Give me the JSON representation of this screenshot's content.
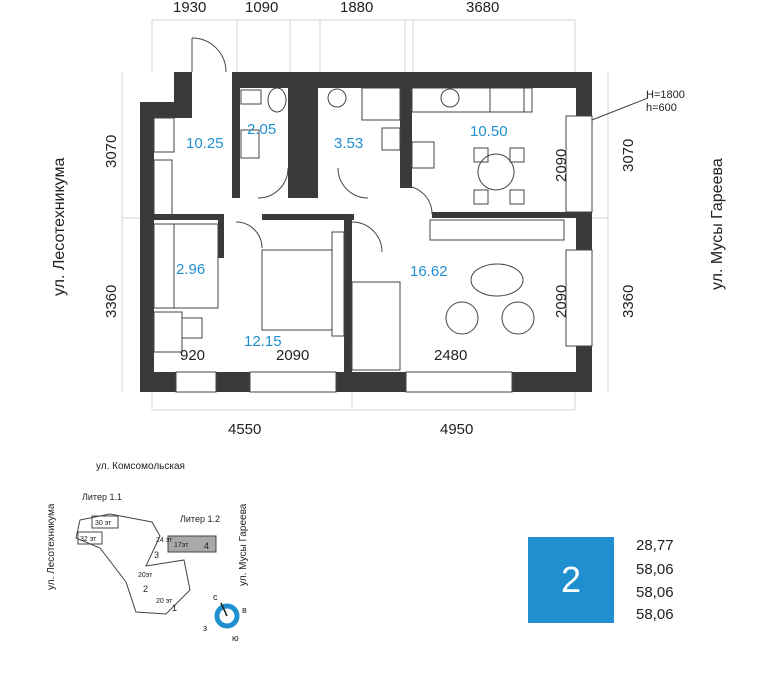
{
  "plan": {
    "top_dims": [
      "1930",
      "1090",
      "1880",
      "3680"
    ],
    "bottom_dims": [
      "4550",
      "4950"
    ],
    "left_dims": [
      "3070",
      "3360"
    ],
    "right_dims": [
      "3070",
      "3360"
    ],
    "inner_dims": [
      "920",
      "2090",
      "2480",
      "2090",
      "2090"
    ],
    "window_note": [
      "H=1800",
      "h=600"
    ],
    "rooms": [
      "10.25",
      "2.05",
      "3.53",
      "10.50",
      "2.96",
      "12.15",
      "16.62"
    ],
    "street_left": "ул. Лесотехникума",
    "street_right": "ул. Мусы Гареева"
  },
  "site": {
    "street_top": "ул. Комсомольская",
    "street_left": "ул. Лесотехникума",
    "street_right": "ул. Мусы Гареева",
    "liter1": "Литер 1.1",
    "liter2": "Литер 1.2",
    "floors": [
      "30 эт",
      "32 эт",
      "24 эт",
      "17эт",
      "20эт",
      "20 эт"
    ],
    "numbers": [
      "3",
      "4",
      "2",
      "1"
    ],
    "compass": [
      "с",
      "в",
      "ю",
      "з"
    ]
  },
  "summary": {
    "rooms_count": "2",
    "areas": [
      "28,77",
      "58,06",
      "58,06",
      "58,06"
    ]
  },
  "colors": {
    "accent": "#1f8fd0",
    "wall": "#3a3a3a",
    "highlight": "#a8a8a8"
  }
}
